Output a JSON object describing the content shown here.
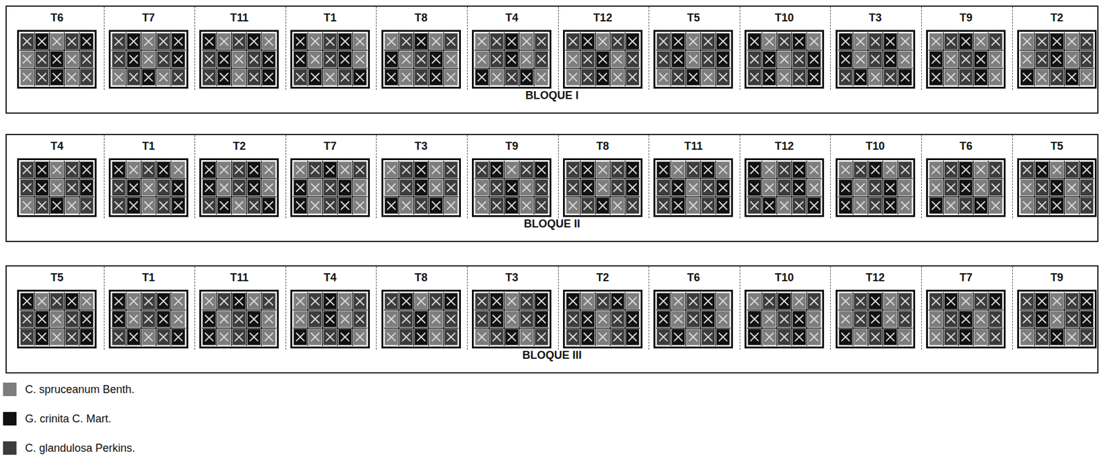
{
  "diagram": {
    "nodes": [
      {
        "text": [
          "BLOQUE I"
        ]
      },
      {
        "text": [
          "T6"
        ],
        "in": 0
      },
      {
        "text": [
          "T7"
        ],
        "in": 0
      },
      {
        "text": [
          "T11"
        ],
        "in": 0
      },
      {
        "text": [
          "T1"
        ],
        "in": 0
      },
      {
        "text": [
          "T8"
        ],
        "in": 0
      },
      {
        "text": [
          "T4"
        ],
        "in": 0
      },
      {
        "text": [
          "T12"
        ],
        "in": 0
      },
      {
        "text": [
          "T5"
        ],
        "in": 0
      },
      {
        "text": [
          "T10"
        ],
        "in": 0
      },
      {
        "text": [
          "T3"
        ],
        "in": 0
      },
      {
        "text": [
          "T9"
        ],
        "in": 0
      },
      {
        "text": [
          "T2"
        ],
        "in": 0
      },
      {
        "text": [
          "BLOQUE II"
        ]
      },
      {
        "text": [
          "T4"
        ],
        "in": 13
      },
      {
        "text": [
          "T1"
        ],
        "in": 13
      },
      {
        "text": [
          "T2"
        ],
        "in": 13
      },
      {
        "text": [
          "T7"
        ],
        "in": 13
      },
      {
        "text": [
          "T3"
        ],
        "in": 13
      },
      {
        "text": [
          "T9"
        ],
        "in": 13
      },
      {
        "text": [
          "T8"
        ],
        "in": 13
      },
      {
        "text": [
          "T11"
        ],
        "in": 13
      },
      {
        "text": [
          "T12"
        ],
        "in": 13
      },
      {
        "text": [
          "T10"
        ],
        "in": 13
      },
      {
        "text": [
          "T6"
        ],
        "in": 13
      },
      {
        "text": [
          "T5"
        ],
        "in": 13
      },
      {
        "text": [
          "BLOQUE III"
        ]
      },
      {
        "text": [
          "T5"
        ],
        "in": 26
      },
      {
        "text": [
          "T1"
        ],
        "in": 26
      },
      {
        "text": [
          "T11"
        ],
        "in": 26
      },
      {
        "text": [
          "T4"
        ],
        "in": 26
      },
      {
        "text": [
          "T8"
        ],
        "in": 26
      },
      {
        "text": [
          "T3"
        ],
        "in": 26
      },
      {
        "text": [
          "T2"
        ],
        "in": 26
      },
      {
        "text": [
          "T6"
        ],
        "in": 26
      },
      {
        "text": [
          "T10"
        ],
        "in": 26
      },
      {
        "text": [
          "T12"
        ],
        "in": 26
      },
      {
        "text": [
          "T7"
        ],
        "in": 26
      },
      {
        "text": [
          "T9"
        ],
        "in": 26
      }
    ],
    "legend": [
      {
        "text": "C. spruceanum Benth.",
        "color": "#7d7d7d"
      },
      {
        "text": "G. crinita C. Mart.",
        "color": "#111111"
      },
      {
        "text": "C. glandulosa Perkins.",
        "color": "#3c3c3c"
      }
    ]
  }
}
